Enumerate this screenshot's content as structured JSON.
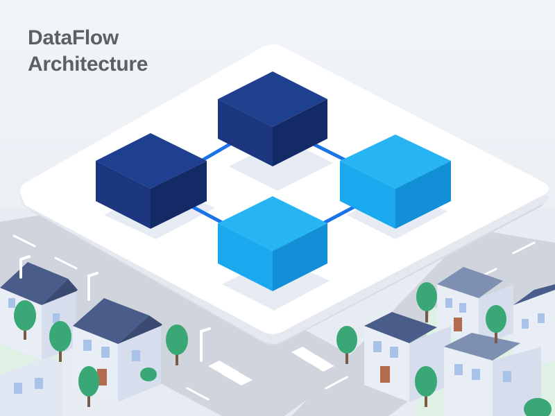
{
  "title": {
    "line1": "DataFlow",
    "line2": "Architecture"
  },
  "colors": {
    "background": "#eef1f6",
    "platform": "#ffffff",
    "cube_dark": "#1f3f8f",
    "cube_light": "#1aa8ee",
    "connector": "#1a73e8",
    "tree": "#3aa876",
    "roof": "#4a5d8a",
    "road": "#c9ced8",
    "wall": "#eef2f8"
  },
  "icons": [
    "cube-node",
    "connector-line",
    "house",
    "tree",
    "street-lamp"
  ]
}
